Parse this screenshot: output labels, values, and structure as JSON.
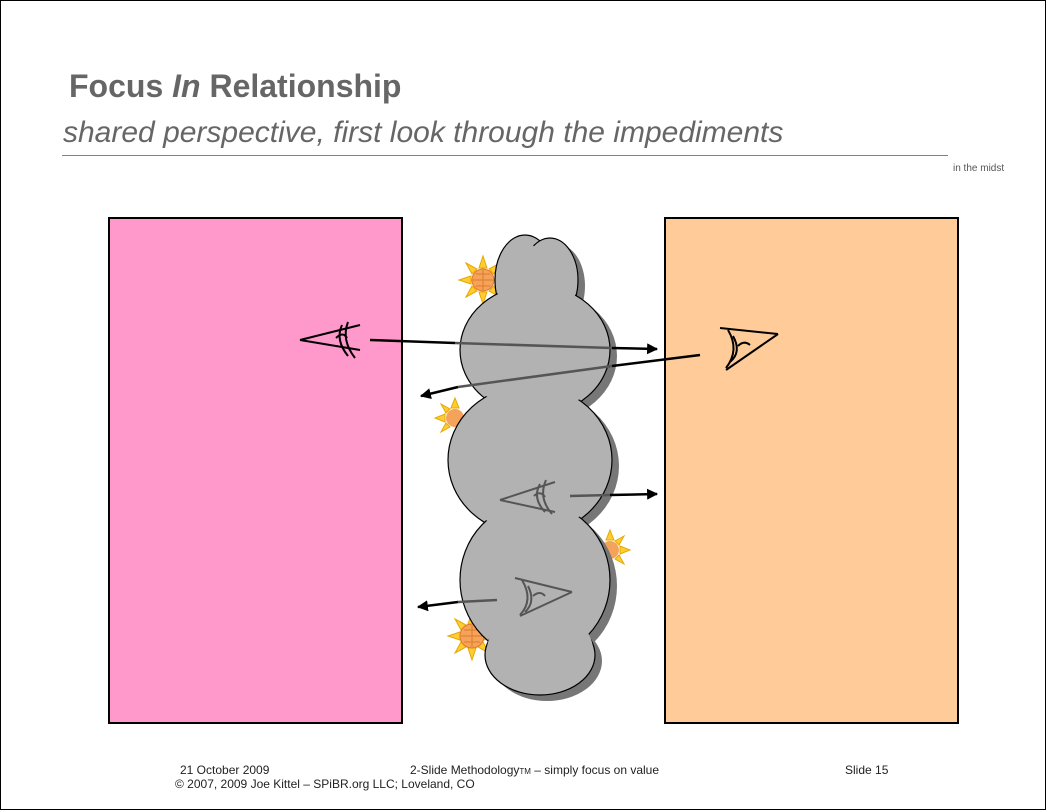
{
  "slide": {
    "title_part1": "Focus ",
    "title_italic": "In",
    "title_part2": " Relationship",
    "subtitle": "shared perspective, first look through the impediments",
    "tag": "in the midst"
  },
  "colors": {
    "left_panel": "#ff99cc",
    "right_panel": "#ffcc99",
    "cloud": "#b2b2b2",
    "cloud_shadow": "#777777",
    "sun": "#ffcc33",
    "sun_center": "#f5a25a",
    "title_text": "#666666"
  },
  "icons": [
    "eye-icon",
    "cloud-icon",
    "sun-icon",
    "arrow-icon"
  ],
  "footer": {
    "date": "21 October 2009",
    "methodology": "2-Slide Methodology",
    "trademark": "TM",
    "tagline": " – simply focus on value",
    "slide_number": "Slide 15",
    "copyright": "© 2007, 2009 Joe Kittel – SPiBR.org LLC; Loveland, CO"
  }
}
